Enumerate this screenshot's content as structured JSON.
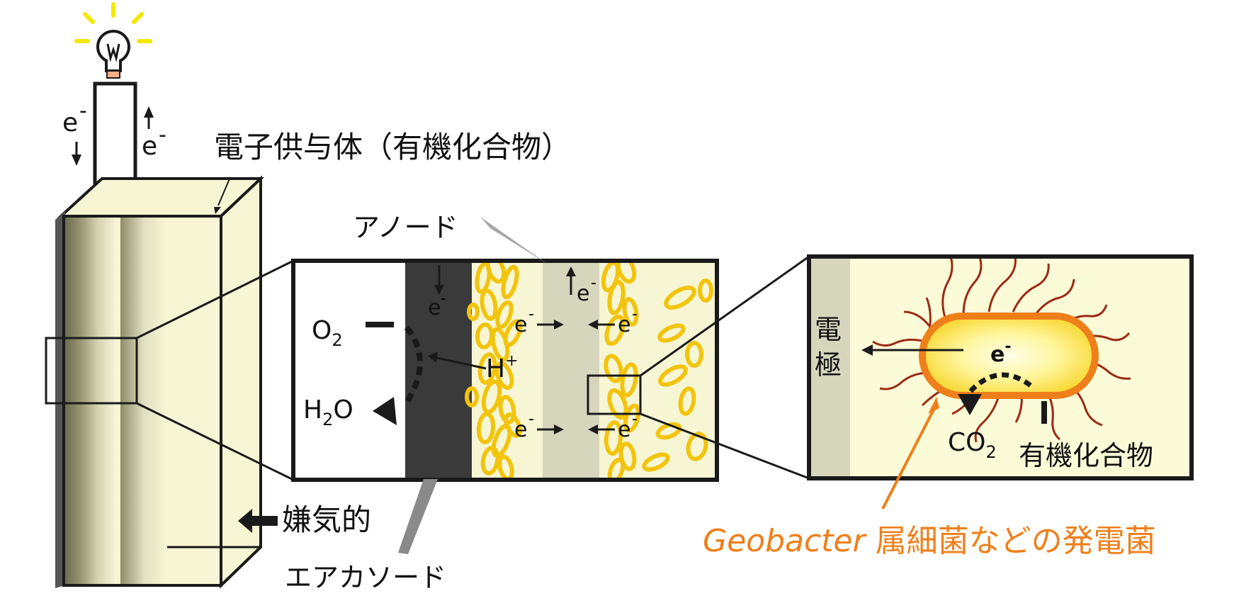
{
  "cell": {
    "electron_left": "e",
    "electron_right": "e",
    "minus": "-",
    "electron_donor_label": "電子供与体（有機化合物）",
    "anaerobic_label": "嫌気的"
  },
  "zoom1": {
    "anode_label": "アノード",
    "air_cathode_label": "エアカソード",
    "o2": "O",
    "o2_sub": "2",
    "h2o_h": "H",
    "h2o_sub": "2",
    "h2o_o": "O",
    "h_plus": "H",
    "plus": "+",
    "electron": "e",
    "minus": "-"
  },
  "zoom2": {
    "electrode_char1": "電",
    "electrode_char2": "極",
    "electron": "e",
    "minus": "-",
    "co2": "CO",
    "co2_sub": "2",
    "organic_label": "有機化合物"
  },
  "caption": {
    "genus": "Geobacter",
    "rest": " 属細菌などの発電菌"
  },
  "colors": {
    "cell_fill": "#f7f6d4",
    "anode_gray": "#d6d6bd",
    "cathode_dark": "#3a3a3a",
    "bacteria_ring": "#f2c40d",
    "cell_body_yellow": "#fdf07a",
    "membrane_orange": "#ef7f1a",
    "flagella": "#9b2b16",
    "caption_orange": "#ef7f1a",
    "bulb_yellow": "#f5e800"
  },
  "icons": [
    "light-bulb-icon",
    "down-arrow-icon",
    "up-arrow-icon",
    "left-arrow-icon"
  ]
}
